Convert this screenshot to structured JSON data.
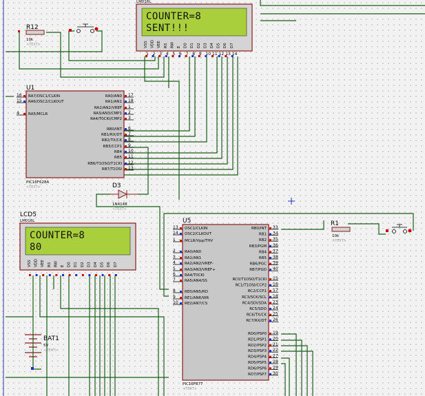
{
  "lcd_top": {
    "part": "LM016L",
    "line1": "COUNTER=8",
    "line2": "SENT!!!",
    "pins": [
      "VSS",
      "VDD",
      "VEE",
      "RS",
      "RW",
      "E",
      "D0",
      "D1",
      "D2",
      "D3",
      "D4",
      "D5",
      "D6",
      "D7"
    ],
    "pin_numbers": [
      "1",
      "2",
      "3",
      "4",
      "5",
      "6",
      "7",
      "8",
      "9",
      "10",
      "11",
      "12",
      "13",
      "14"
    ]
  },
  "lcd_bottom": {
    "ref": "LCD5",
    "part": "LM016L",
    "line1": "COUNTER=8",
    "line2": "80",
    "pins": [
      "VSS",
      "VDD",
      "VEE",
      "RS",
      "RW",
      "E",
      "D0",
      "D1",
      "D2",
      "D3",
      "D4",
      "D5",
      "D6",
      "D7"
    ]
  },
  "r12": {
    "ref": "R12",
    "value": "10k",
    "ghost": "<TEXT>"
  },
  "r1": {
    "ref": "R1",
    "value": "10k",
    "ghost": "<TEXT>"
  },
  "d3": {
    "ref": "D3",
    "part": "1N4148",
    "ghost": "<TEXT>"
  },
  "bat1": {
    "ref": "BAT1",
    "value": "5V",
    "ghost": "<TEXT>"
  },
  "u1": {
    "ref": "U1",
    "part": "PIC16F628A",
    "ghost": "<TEXT>",
    "left_pins": [
      {
        "num": "16",
        "name": "RA7/OSC1/CLKIN"
      },
      {
        "num": "15",
        "name": "RA6/OSC2/CLKOUT"
      },
      {
        "num": "4",
        "name": "RA5/MCLR"
      }
    ],
    "right_pins": [
      {
        "num": "17",
        "name": "RA0/AN0"
      },
      {
        "num": "18",
        "name": "RA1/AN1"
      },
      {
        "num": "1",
        "name": "RA2/AN2/VREF"
      },
      {
        "num": "2",
        "name": "RA3/AN3/CMP1"
      },
      {
        "num": "3",
        "name": "RA4/T0CKI/CMP2"
      },
      {
        "num": "6",
        "name": "RB0/INT"
      },
      {
        "num": "7",
        "name": "RB1/RX/DT"
      },
      {
        "num": "8",
        "name": "RB2/TX/CK"
      },
      {
        "num": "9",
        "name": "RB3/CCP1"
      },
      {
        "num": "10",
        "name": "RB4"
      },
      {
        "num": "11",
        "name": "RB5"
      },
      {
        "num": "12",
        "name": "RB6/T1OSO/T1CKI"
      },
      {
        "num": "13",
        "name": "RB7/T1OSI"
      }
    ]
  },
  "u5": {
    "ref": "U5",
    "part": "PIC16F877",
    "ghost": "<TEXT>",
    "left_pins": [
      {
        "num": "13",
        "name": "OSC1/CLKIN"
      },
      {
        "num": "14",
        "name": "OSC2/CLKOUT"
      },
      {
        "num": "1",
        "name": "MCLR/Vpp/THV"
      },
      {
        "num": "2",
        "name": "RA0/AN0"
      },
      {
        "num": "3",
        "name": "RA1/AN1"
      },
      {
        "num": "4",
        "name": "RA2/AN2/VREF-"
      },
      {
        "num": "5",
        "name": "RA3/AN3/VREF+"
      },
      {
        "num": "6",
        "name": "RA4/T0CKI"
      },
      {
        "num": "7",
        "name": "RA5/AN4/SS"
      },
      {
        "num": "8",
        "name": "RE0/AN5/RD"
      },
      {
        "num": "9",
        "name": "RE1/AN6/WR"
      },
      {
        "num": "10",
        "name": "RE2/AN7/CS"
      }
    ],
    "right_pins": [
      {
        "num": "33",
        "name": "RB0/INT"
      },
      {
        "num": "34",
        "name": "RB1"
      },
      {
        "num": "35",
        "name": "RB2"
      },
      {
        "num": "36",
        "name": "RB3/PGM"
      },
      {
        "num": "37",
        "name": "RB4"
      },
      {
        "num": "38",
        "name": "RB5"
      },
      {
        "num": "39",
        "name": "RB6/PGC"
      },
      {
        "num": "40",
        "name": "RB7/PGD"
      },
      {
        "num": "15",
        "name": "RC0/T1OSO/T1CKI"
      },
      {
        "num": "16",
        "name": "RC1/T1OSI/CCP2"
      },
      {
        "num": "17",
        "name": "RC2/CCP1"
      },
      {
        "num": "18",
        "name": "RC3/SCK/SCL"
      },
      {
        "num": "23",
        "name": "RC4/SDI/SDA"
      },
      {
        "num": "24",
        "name": "RC5/SDO"
      },
      {
        "num": "25",
        "name": "RC6/TX/CK"
      },
      {
        "num": "26",
        "name": "RC7/RX/DT"
      },
      {
        "num": "19",
        "name": "RD0/PSP0"
      },
      {
        "num": "20",
        "name": "RD1/PSP1"
      },
      {
        "num": "21",
        "name": "RD2/PSP2"
      },
      {
        "num": "22",
        "name": "RD3/PSP3"
      },
      {
        "num": "27",
        "name": "RD4/PSP4"
      },
      {
        "num": "28",
        "name": "RD5/PSP5"
      },
      {
        "num": "29",
        "name": "RD6/PSP6"
      },
      {
        "num": "30",
        "name": "RD7/PSP7"
      }
    ]
  },
  "colors": {
    "wire": "#1a5e1a",
    "lcd_glass": "#a9cf3c",
    "chip_body": "#c8c8c8",
    "chip_border": "#8b1a1a",
    "pin_red": "#cc0000",
    "pin_blue": "#1a2fd0"
  }
}
